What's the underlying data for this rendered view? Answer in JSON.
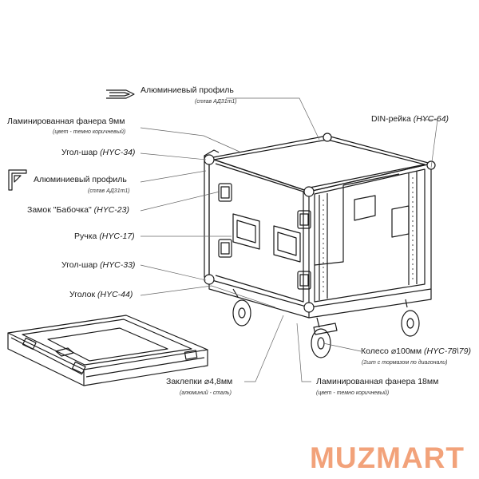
{
  "labels": {
    "profile_top": {
      "text": "Алюминиевый профиль",
      "sub": "(сплав АД31т1)"
    },
    "plywood_9": {
      "text": "Ламинированная фанера 9мм",
      "sub": "(цвет - темно коричневый)"
    },
    "corner_ball_34": {
      "text": "Угол-шар",
      "code": "(HYC-34)"
    },
    "profile_mid": {
      "text": "Алюминиевый профиль",
      "sub": "(сплав АД31т1)"
    },
    "lock": {
      "text": "Замок \"Бабочка\"",
      "code": "(HYC-23)"
    },
    "handle": {
      "text": "Ручка",
      "code": "(HYC-17)"
    },
    "corner_ball_33": {
      "text": "Угол-шар",
      "code": "(HYC-33)"
    },
    "corner_44": {
      "text": "Уголок",
      "code": "(HYC-44)"
    },
    "din": {
      "text": "DIN-рейка",
      "code": "(HYC-64)"
    },
    "wheel": {
      "text": "Колесо ⌀100мм",
      "code": "(HYC-78\\79)",
      "sub": "(2шт с тормазом по диагонали)"
    },
    "rivets": {
      "text": "Заклепки ⌀4,8мм",
      "sub": "(алюминий - сталь)"
    },
    "plywood_18": {
      "text": "Ламинированная фанера 18мм",
      "sub": "(цвет - темно коричневый)"
    }
  },
  "brand": {
    "text": "MUZMART",
    "color": "#f2a27a"
  }
}
